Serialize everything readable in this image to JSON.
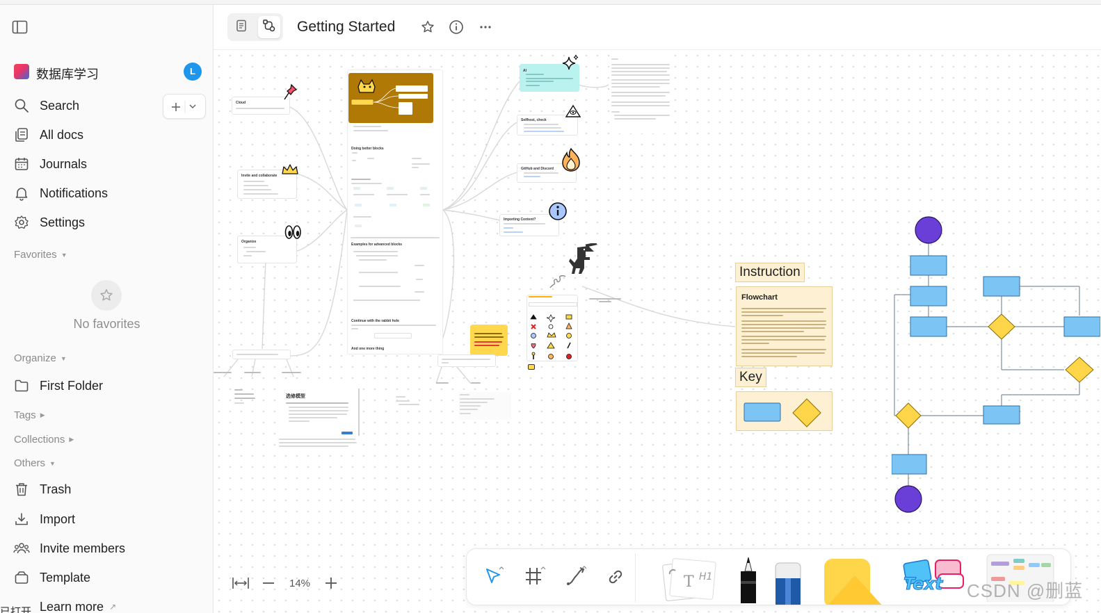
{
  "sidebar": {
    "workspace": {
      "name": "数据库学习",
      "avatar_initial": "L"
    },
    "nav": [
      {
        "label": "Search",
        "icon": "search-icon"
      },
      {
        "label": "All docs",
        "icon": "docs-icon"
      },
      {
        "label": "Journals",
        "icon": "calendar-icon"
      },
      {
        "label": "Notifications",
        "icon": "bell-icon"
      },
      {
        "label": "Settings",
        "icon": "gear-icon"
      }
    ],
    "favorites": {
      "header": "Favorites",
      "empty_text": "No favorites"
    },
    "organize": {
      "header": "Organize",
      "items": [
        {
          "label": "First Folder",
          "icon": "folder-icon"
        }
      ]
    },
    "tags_header": "Tags",
    "collections_header": "Collections",
    "others": {
      "header": "Others",
      "items": [
        {
          "label": "Trash",
          "icon": "trash-icon"
        },
        {
          "label": "Import",
          "icon": "import-icon"
        },
        {
          "label": "Invite members",
          "icon": "invite-icon"
        },
        {
          "label": "Template",
          "icon": "template-icon"
        },
        {
          "label": "Learn more",
          "icon": "external-link-icon"
        }
      ]
    },
    "bottom_partial_text": "已打开"
  },
  "header": {
    "title": "Getting Started",
    "mode_page": "page-mode-icon",
    "mode_edgeless": "edgeless-mode-icon"
  },
  "canvas": {
    "cards": {
      "cloud": "Cloud",
      "invite": "Invite and collaborate",
      "organize": "Organize",
      "ai": "AI",
      "selfhost": "Selfhost, check",
      "github": "GitHub and Discord",
      "importing": "Importing Content?",
      "dobetter": "Doing better blocks",
      "advanced": "Examples for advanced blocks",
      "continue": "Continue with the rabbit hole",
      "more": "And one more thing",
      "pdf_title": "选修模型"
    },
    "instruction_label": "Instruction",
    "flowchart_title": "Flowchart",
    "key_label": "Key"
  },
  "zoom": {
    "value": "14%"
  },
  "toolbar": {
    "tools": [
      "pointer-icon",
      "frame-icon",
      "connector-icon",
      "link-icon",
      "note-pack-icon",
      "pen-icon",
      "eraser-icon",
      "shape-icon",
      "text-icon",
      "mindmap-icon"
    ]
  },
  "watermark": "CSDN @删蓝",
  "colors": {
    "accent": "#1e96eb",
    "flow_box": "#7cc4f4",
    "flow_diamond": "#ffd54a",
    "flow_circle": "#6a3fd8",
    "note_yellow": "#fdf0d3"
  }
}
